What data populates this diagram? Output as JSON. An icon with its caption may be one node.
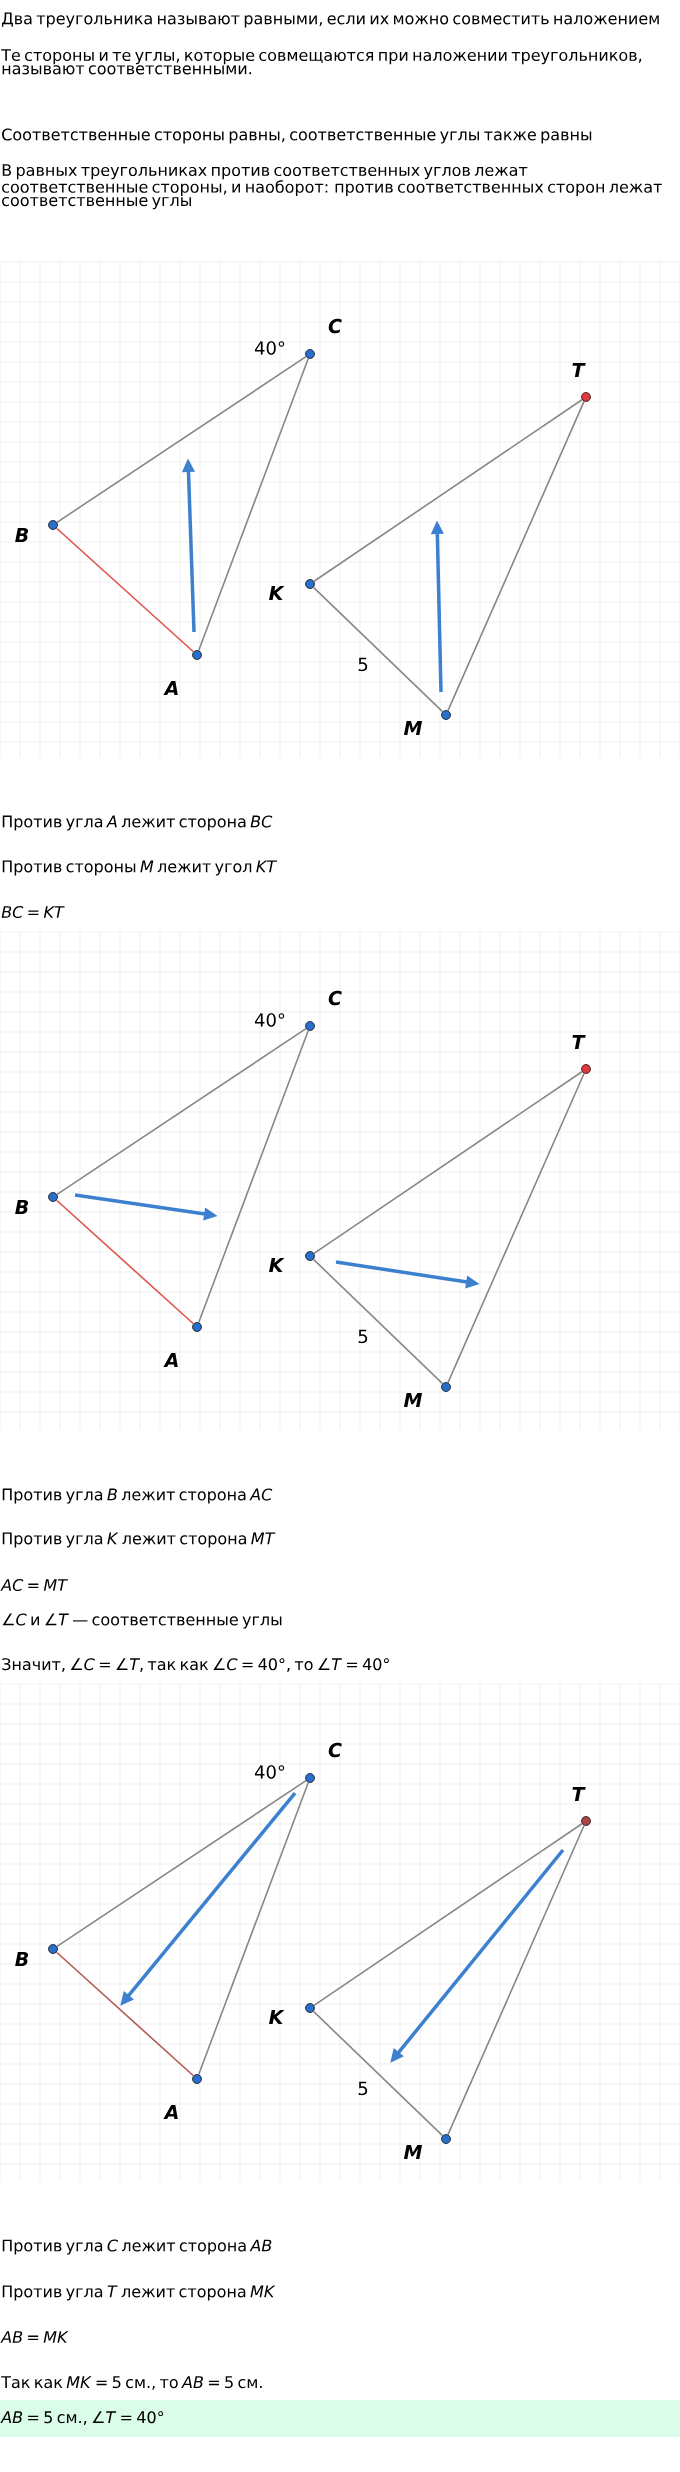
{
  "diagram": {
    "nodes": [
      {
        "text": [],
        "shape": "circle",
        "beside": [
          "C",
          "40°"
        ]
      },
      {
        "text": [],
        "shape": "circle",
        "beside": [
          "T"
        ]
      },
      {
        "text": [],
        "shape": "circle",
        "beside": [
          "B"
        ]
      },
      {
        "text": [],
        "shape": "circle",
        "beside": [
          "K"
        ]
      },
      {
        "text": [],
        "shape": "circle",
        "beside": [
          "A"
        ]
      },
      {
        "text": [],
        "shape": "circle",
        "beside": [
          "M"
        ]
      },
      {
        "text": [],
        "shape": "circle",
        "beside": [
          "C",
          "40°"
        ]
      },
      {
        "text": [],
        "shape": "circle",
        "beside": [
          "T"
        ]
      },
      {
        "text": [],
        "shape": "circle",
        "beside": [
          "B"
        ]
      },
      {
        "text": [],
        "shape": "circle",
        "beside": [
          "K"
        ]
      },
      {
        "text": [],
        "shape": "circle",
        "beside": [
          "A"
        ]
      },
      {
        "text": [],
        "shape": "circle",
        "beside": [
          "M"
        ]
      },
      {
        "text": [],
        "shape": "circle",
        "beside": [
          "C",
          "40°"
        ]
      },
      {
        "text": [],
        "shape": "circle",
        "beside": [
          "T"
        ]
      },
      {
        "text": [],
        "shape": "circle",
        "beside": [
          "B"
        ]
      },
      {
        "text": [],
        "shape": "circle",
        "beside": [
          "K"
        ]
      },
      {
        "text": [],
        "shape": "circle",
        "beside": [
          "A"
        ]
      },
      {
        "text": [],
        "shape": "circle",
        "beside": [
          "M"
        ]
      }
    ],
    "edges": [
      {
        "from": 0,
        "to": 2,
        "arrow": "none"
      },
      {
        "from": 0,
        "to": 4,
        "arrow": "none"
      },
      {
        "from": 1,
        "to": 3,
        "arrow": "none"
      },
      {
        "from": 1,
        "to": 5,
        "arrow": "none"
      },
      {
        "from": 2,
        "to": 4,
        "arrow": "none",
        "color": "#e0524a"
      },
      {
        "from": 3,
        "to": 5,
        "arrow": "none",
        "label": "5"
      },
      {
        "from": 6,
        "to": 8,
        "arrow": "none"
      },
      {
        "from": 6,
        "to": 10,
        "arrow": "none"
      },
      {
        "from": 7,
        "to": 9,
        "arrow": "none"
      },
      {
        "from": 7,
        "to": 11,
        "arrow": "none"
      },
      {
        "from": 8,
        "to": 10,
        "arrow": "none",
        "color": "#e0524a"
      },
      {
        "from": 9,
        "to": 11,
        "arrow": "none",
        "label": "5"
      },
      {
        "from": 12,
        "to": 14,
        "arrow": "none"
      },
      {
        "from": 12,
        "to": 16,
        "arrow": "none"
      },
      {
        "from": 13,
        "to": 15,
        "arrow": "none"
      },
      {
        "from": 13,
        "to": 17,
        "arrow": "none"
      },
      {
        "from": 14,
        "to": 16,
        "arrow": "none",
        "color": "#b45a55"
      },
      {
        "from": 15,
        "to": 17,
        "arrow": "none",
        "label": "5"
      }
    ],
    "labels": [
      "Два треугольника называют равными, если их можно совместить наложением",
      "Те стороны и те углы, которые совмещаются при наложении треугольников, называют соответственными.",
      "Соответственные стороны равны, соответственные углы также равны",
      "В равных треугольниках против соответственных углов лежат соответственные стороны, и наоборот: против соответственных сторон лежат соответственные углы",
      "Против угла *A* лежит сторона *BC*",
      "Против стороны *M* лежит угол *KT*",
      "*BC* = *KT*",
      "Против угла *B* лежит сторона *AC*",
      "Против угла *K* лежит сторона *MT*",
      "*AC* = *MT*",
      "∠*C* и ∠*T* — соответственные углы",
      "Значит, ∠*C* = ∠*T*, так как ∠*C* = 40°, то ∠*T* = 40°",
      "Против угла *C* лежит сторона *AB*",
      "Против угла *T* лежит сторона *MK*",
      "*AB* = *MK*",
      "Так как *MK* = 5 см., то *AB* = 5 см.",
      "*AB* = 5 см., ∠*T* = 40°"
    ]
  }
}
